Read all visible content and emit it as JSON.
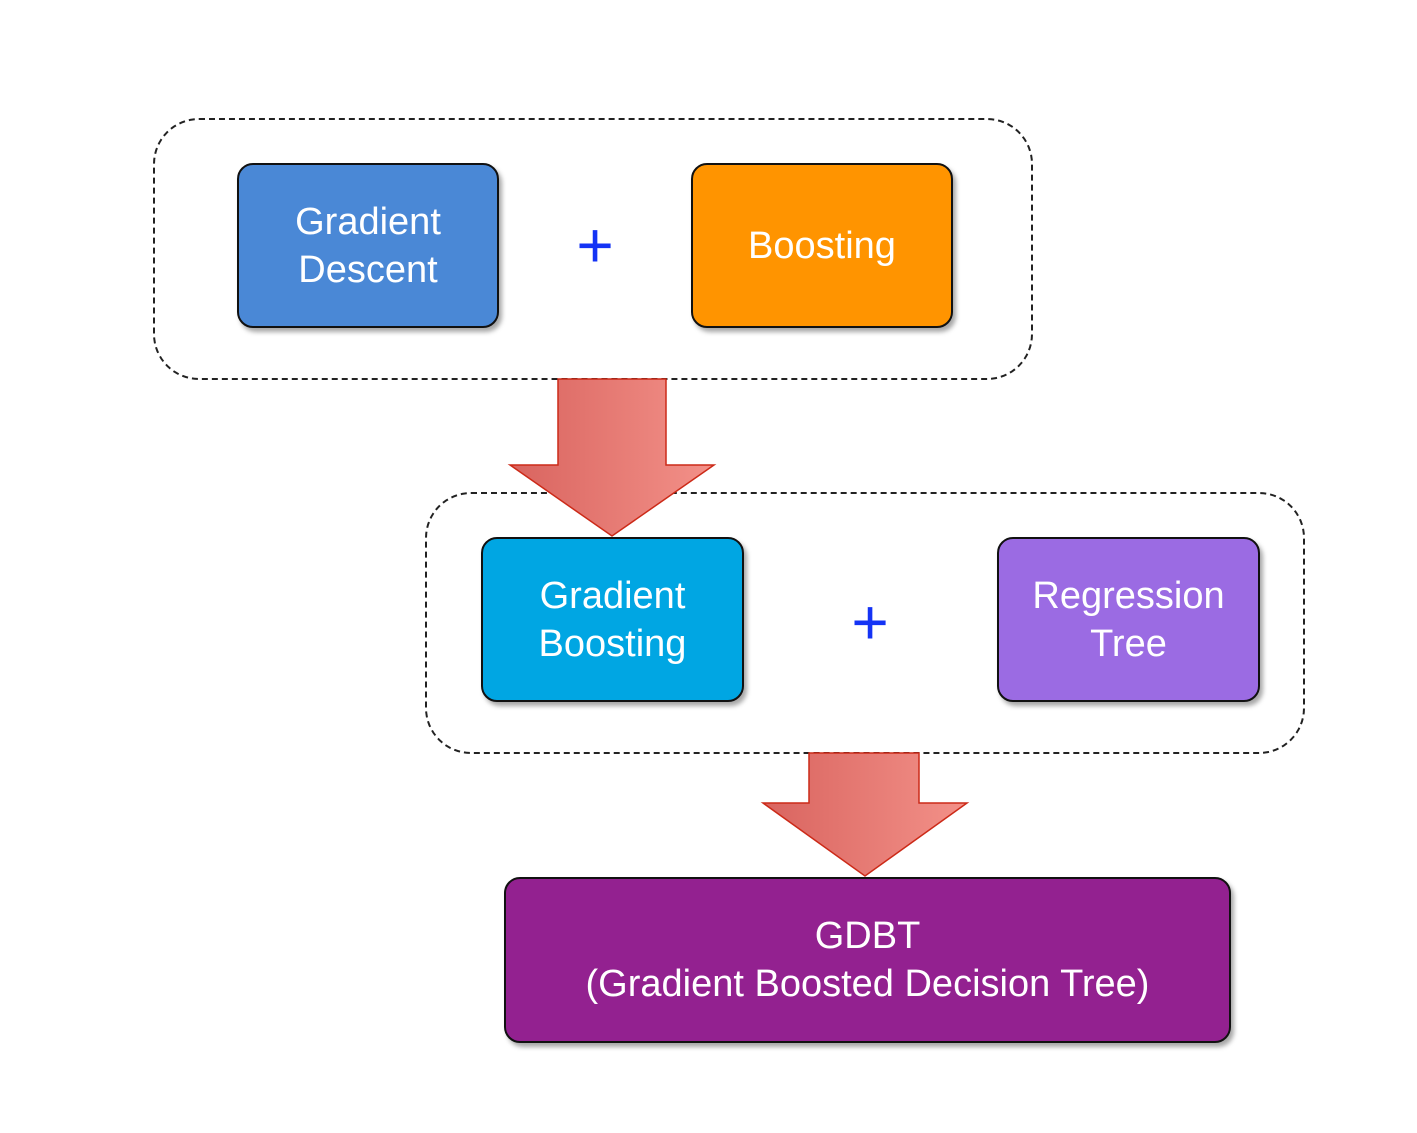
{
  "colors": {
    "gradient_descent": "#4a88d6",
    "boosting": "#ff9400",
    "gradient_boosting": "#00a6e3",
    "regression_tree": "#9b6be3",
    "gdbt": "#932190",
    "plus": "#1433f5",
    "arrow_fill_start": "#d9645f",
    "arrow_fill_end": "#f39189",
    "arrow_stroke": "#cc2a18"
  },
  "top_group": {
    "left_box": {
      "line1": "Gradient",
      "line2": "Descent"
    },
    "operator": "+",
    "right_box": {
      "line1": "Boosting"
    }
  },
  "middle_group": {
    "left_box": {
      "line1": "Gradient",
      "line2": "Boosting"
    },
    "operator": "+",
    "right_box": {
      "line1": "Regression",
      "line2": "Tree"
    }
  },
  "result_box": {
    "line1": "GDBT",
    "line2": "(Gradient Boosted Decision Tree)"
  }
}
